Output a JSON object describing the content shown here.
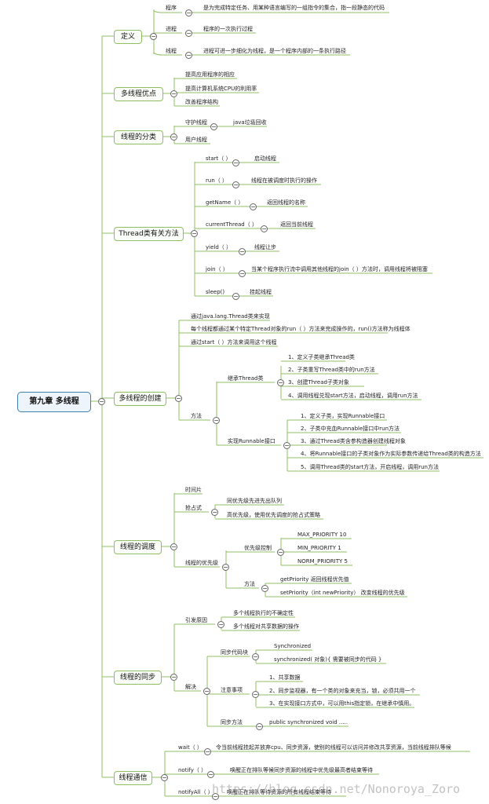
{
  "root": "第九章 多线程",
  "branches": {
    "def": {
      "label": "定义",
      "program": "程序",
      "program_desc": "是为完成特定任务、用某种语言编写的一组指令的集合，指一段静态的代码",
      "process": "进程",
      "process_desc": "程序的一次执行过程",
      "thread": "线程",
      "thread_desc": "进程可进一步细化为线程，是一个程序内部的一条执行路径"
    },
    "adv": {
      "label": "多线程优点",
      "items": [
        "提高应用程序的相应",
        "提高计算机系统CPU的利用率",
        "改善程序结构"
      ]
    },
    "cls": {
      "label": "线程的分类",
      "daemon": "守护线程",
      "daemon_desc": "java垃圾回收",
      "user": "用户线程"
    },
    "methods": {
      "label": "Thread类有关方法",
      "items": [
        {
          "name": "start（ ）",
          "desc": "启动线程"
        },
        {
          "name": "run（ ）",
          "desc": "线程在被调度时执行的操作"
        },
        {
          "name": "getName（ ）",
          "desc": "返回线程的名称"
        },
        {
          "name": "currentThread（ ）",
          "desc": "返回当前线程"
        },
        {
          "name": "yield（ ）",
          "desc": "线程让步"
        },
        {
          "name": "join（ ）",
          "desc": "当某个程序执行流中调用其他线程的join（ ）方法时，调用线程将被阻塞"
        },
        {
          "name": "sleep()",
          "desc": "挂起线程"
        }
      ]
    },
    "create": {
      "label": "多线程的创建",
      "line1": "通过java.lang.Thread类来实现",
      "line2": "每个线程都通过某个特定Thread对象的run（ ）方法来完成操作的，run()方法称为线程体",
      "line3": "通过start（ ）方法来调用这个线程",
      "method": "方法",
      "extend": "继承Thread类",
      "extend_steps": [
        "1、定义子类继承Thread类",
        "2、子类重写Thread类中的run方法",
        "3、创建Thread子类对象",
        "4、调用线程兑现start方法，启动线程，调用run方法"
      ],
      "impl": "实现Runnable接口",
      "impl_steps": [
        "1、定义子类，实现Runnable接口",
        "2、子类中充血Runnable接口中run方法",
        "3、通过Thread类含参构造器创建线程对象",
        "4、将Runnable接口的子类对象作为实际参数传递给Thread类的构造方法",
        "5、调用Thread类的start方法，开启线程，调用run方法"
      ]
    },
    "sched": {
      "label": "线程的调度",
      "slice": "时间片",
      "preempt": "抢占式",
      "fifo": "同优先级先进先出队列",
      "high": "高优先级，使用优先调度的抢占式策略",
      "prio": "线程的优先级",
      "ctrl": "优先级控制",
      "levels": [
        "MAX_PRIORITY   10",
        "MIN_PRIORITY     1",
        "NORM_PRIORITY    5"
      ],
      "method": "方法",
      "get": "getPriority  返回线程优先值",
      "set": "setPriority（int newPriority） 改变线程的优先级"
    },
    "sync": {
      "label": "线程的同步",
      "cause": "引发原因",
      "cause1": "多个线程执行的不确定性",
      "cause2": "多个线程对共享数据的操作",
      "solve": "解决",
      "block": "同步代码块",
      "sync1": "Synchronized",
      "sync2": "synchronized( 对象){    需要被同步的代码    }",
      "notes": "注意事项",
      "note_items": [
        "1、共享数据",
        "2、同步监视器，有一个类的对象来充当，锁，必须共用一个",
        "3、在实现接口方式中，可以用this指定锁，在继承中慎用。"
      ],
      "smethod": "同步方法",
      "smethod_desc": "public synchronized void    ....."
    },
    "comm": {
      "label": "线程通信",
      "items": [
        {
          "name": "wait（ ）",
          "desc": "令当前线程挂起并放弃cpu、同步资源，使别的线程可以访问并修改共享资源，当前线程排队等候"
        },
        {
          "name": "notify（ ）",
          "desc": "唤醒正在排队等候同步资源的线程中优先级最高者结束等待"
        },
        {
          "name": "notifyAll（ ）",
          "desc": "唤醒正在排队等待资源的所有线程结束等待"
        }
      ]
    }
  },
  "watermark": "https://blog.csdn.net/Nonoroya_Zoro",
  "colors": {
    "line": "#8fbf63",
    "root_border": "#3c7fb1"
  }
}
